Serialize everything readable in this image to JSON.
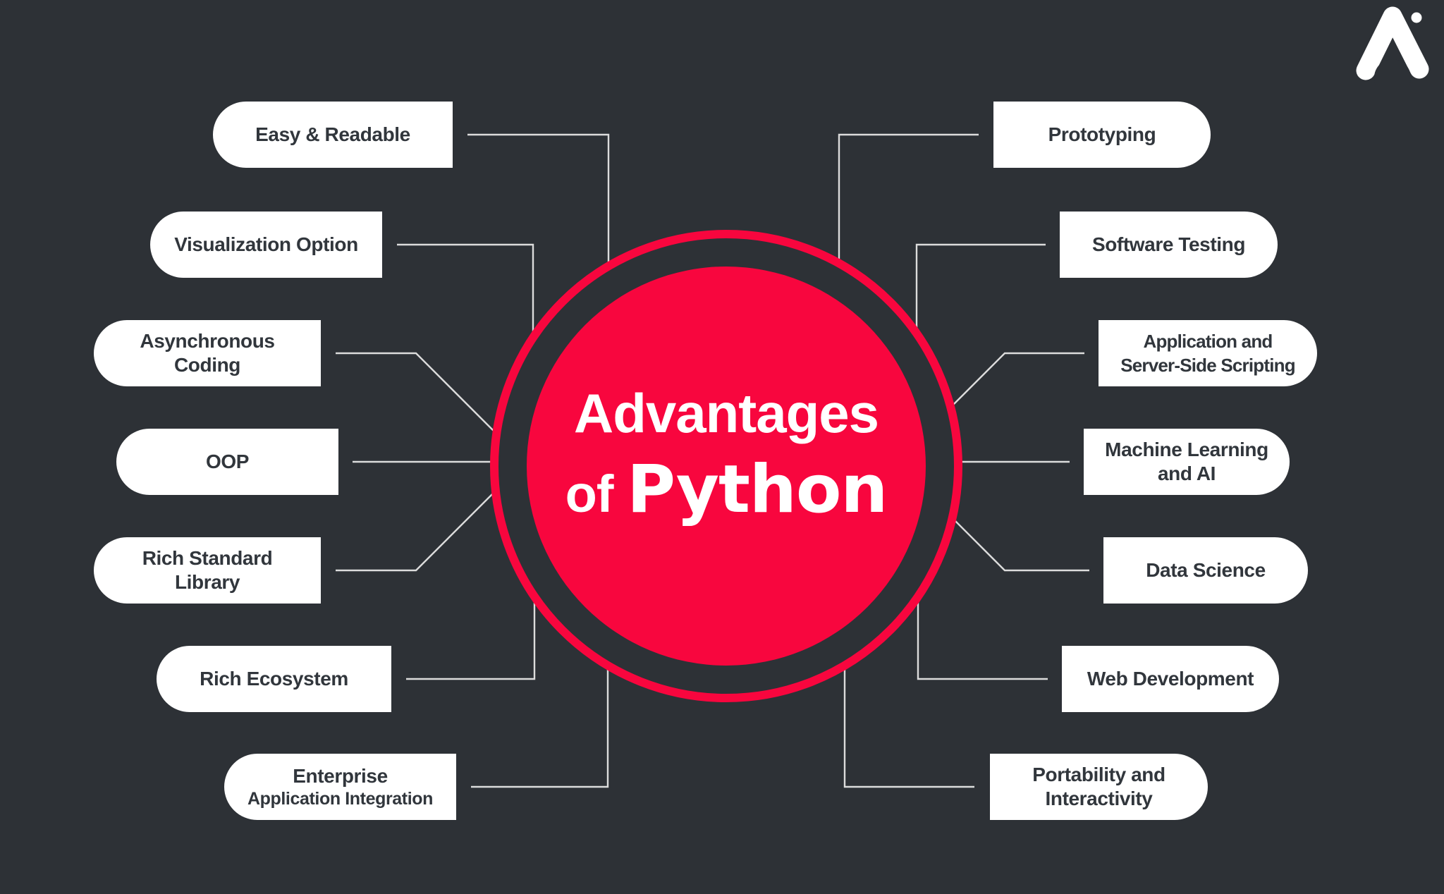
{
  "colors": {
    "background": "#2d3136",
    "accent_red": "#f8063e",
    "pill_background": "#ffffff",
    "pill_text": "#31363c",
    "connector": "#dcdcdc",
    "center_text": "#ffffff"
  },
  "center": {
    "line1": "Advantages",
    "line2_prefix": "of",
    "line2_bold": "Python"
  },
  "logo": {
    "icon": "a-mark-with-dot"
  },
  "items": {
    "left": [
      {
        "id": "easy-readable",
        "lines": [
          {
            "text": "Easy & Readable"
          }
        ]
      },
      {
        "id": "visualization-option",
        "lines": [
          {
            "text": "Visualization Option"
          }
        ]
      },
      {
        "id": "asynchronous-coding",
        "lines": [
          {
            "text": "Asynchronous"
          },
          {
            "text": "Coding"
          }
        ]
      },
      {
        "id": "oop",
        "lines": [
          {
            "text": "OOP"
          }
        ]
      },
      {
        "id": "rich-standard-library",
        "lines": [
          {
            "text": "Rich Standard"
          },
          {
            "text": "Library"
          }
        ]
      },
      {
        "id": "rich-ecosystem",
        "lines": [
          {
            "text": "Rich Ecosystem"
          }
        ]
      },
      {
        "id": "enterprise-application-integration",
        "lines": [
          {
            "text": "Enterprise"
          },
          {
            "text": "Application Integration",
            "small": true
          }
        ]
      }
    ],
    "right": [
      {
        "id": "prototyping",
        "lines": [
          {
            "text": "Prototyping"
          }
        ]
      },
      {
        "id": "software-testing",
        "lines": [
          {
            "text": "Software Testing"
          }
        ]
      },
      {
        "id": "application-server-side-scripting",
        "lines": [
          {
            "text": "Application and"
          },
          {
            "text": "Server-Side Scripting"
          }
        ]
      },
      {
        "id": "machine-learning-ai",
        "lines": [
          {
            "text": "Machine Learning"
          },
          {
            "text": "and AI"
          }
        ]
      },
      {
        "id": "data-science",
        "lines": [
          {
            "text": "Data Science"
          }
        ]
      },
      {
        "id": "web-development",
        "lines": [
          {
            "text": "Web Development"
          }
        ]
      },
      {
        "id": "portability-interactivity",
        "lines": [
          {
            "text": "Portability and"
          },
          {
            "text": "Interactivity"
          }
        ]
      }
    ]
  }
}
